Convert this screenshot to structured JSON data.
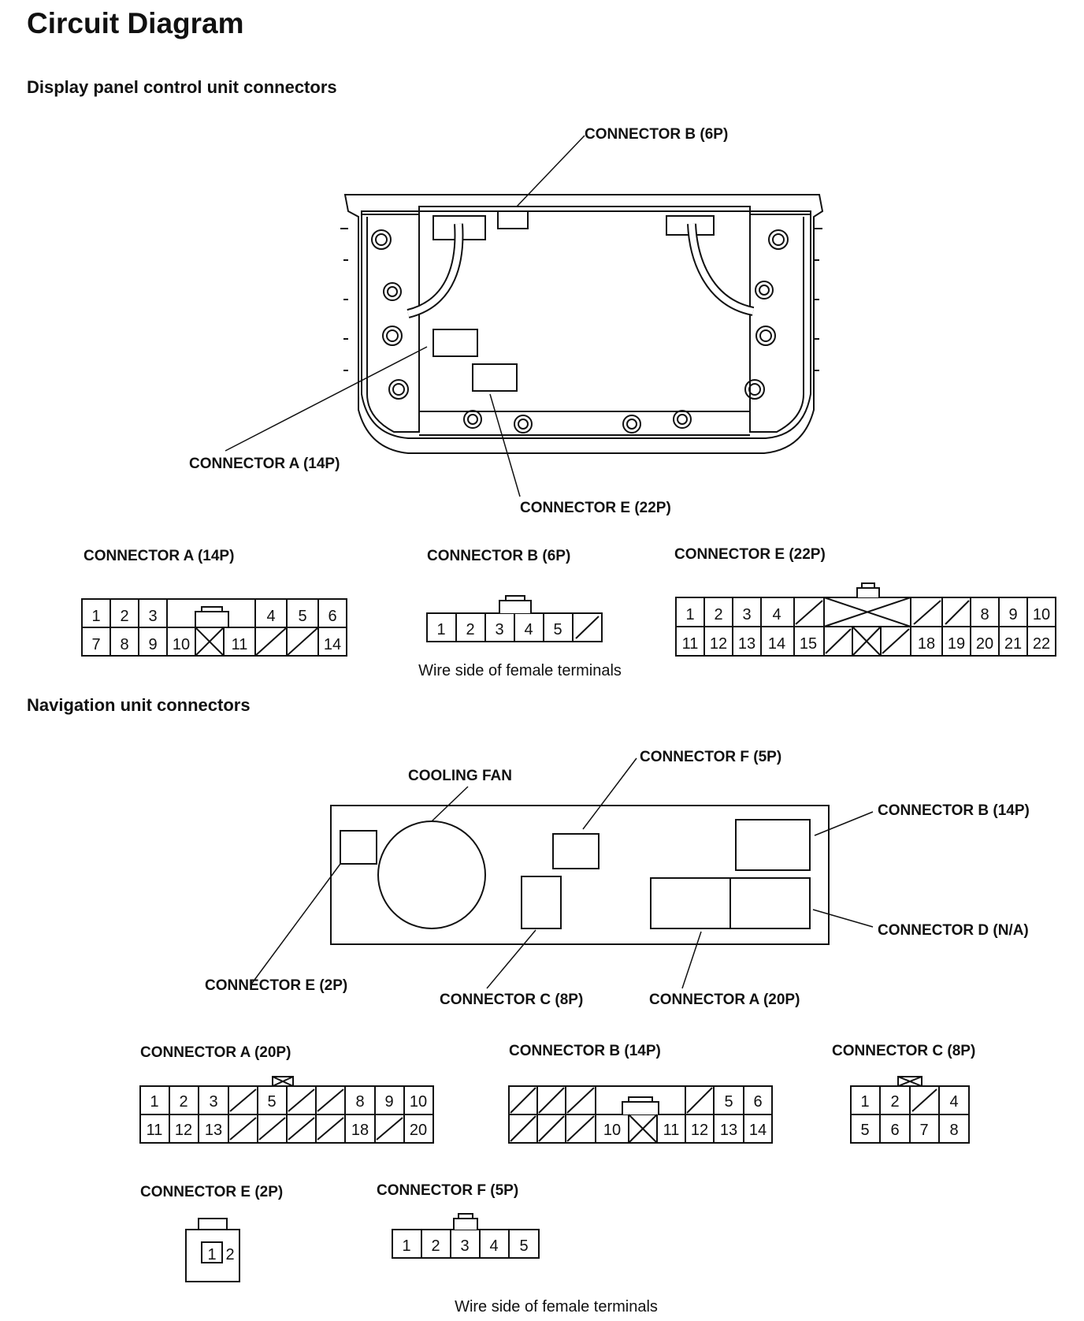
{
  "title": "Circuit Diagram",
  "sections": {
    "display": {
      "heading": "Display panel control unit connectors",
      "callouts": {
        "connector_b": "CONNECTOR B (6P)",
        "connector_a": "CONNECTOR A (14P)",
        "connector_e": "CONNECTOR E (22P)"
      },
      "connectors": {
        "a": {
          "label": "CONNECTOR A (14P)",
          "row1": [
            "1",
            "2",
            "3",
            "",
            "",
            "",
            "4",
            "5",
            "6"
          ],
          "row2": [
            "7",
            "8",
            "9",
            "10",
            "X",
            "11",
            "/",
            "/",
            "14"
          ]
        },
        "b": {
          "label": "CONNECTOR B (6P)",
          "row1": [
            "1",
            "2",
            "3",
            "4",
            "5",
            "/"
          ]
        },
        "e": {
          "label": "CONNECTOR E (22P)",
          "row1": [
            "1",
            "2",
            "3",
            "4",
            "/",
            "XX",
            "/",
            "/",
            "8",
            "9",
            "10"
          ],
          "row2": [
            "11",
            "12",
            "13",
            "14",
            "15",
            "/",
            "X",
            "/",
            "18",
            "19",
            "20",
            "21",
            "22"
          ]
        }
      },
      "note": "Wire side of female terminals"
    },
    "navigation": {
      "heading": "Navigation unit connectors",
      "callouts": {
        "cooling_fan": "COOLING FAN",
        "connector_f": "CONNECTOR F (5P)",
        "connector_b": "CONNECTOR B (14P)",
        "connector_d": "CONNECTOR D (N/A)",
        "connector_e": "CONNECTOR E (2P)",
        "connector_c": "CONNECTOR C (8P)",
        "connector_a": "CONNECTOR A (20P)"
      },
      "connectors": {
        "a": {
          "label": "CONNECTOR A (20P)",
          "row1": [
            "1",
            "2",
            "3",
            "/",
            "5",
            "/",
            "/",
            "8",
            "9",
            "10"
          ],
          "row2": [
            "11",
            "12",
            "13",
            "/",
            "/",
            "/",
            "/",
            "18",
            "/",
            "20"
          ]
        },
        "b": {
          "label": "CONNECTOR B (14P)",
          "row1": [
            "/",
            "/",
            "/",
            "",
            "",
            "",
            "/",
            "5",
            "6"
          ],
          "row2": [
            "/",
            "/",
            "/",
            "10",
            "X",
            "11",
            "12",
            "13",
            "14"
          ]
        },
        "c": {
          "label": "CONNECTOR C (8P)",
          "row1": [
            "1",
            "2",
            "/",
            "4"
          ],
          "row2": [
            "5",
            "6",
            "7",
            "8"
          ]
        },
        "e": {
          "label": "CONNECTOR E (2P)",
          "pins": [
            "1",
            "2"
          ]
        },
        "f": {
          "label": "CONNECTOR F (5P)",
          "row1": [
            "1",
            "2",
            "3",
            "4",
            "5"
          ]
        }
      },
      "note": "Wire side of female terminals"
    }
  }
}
